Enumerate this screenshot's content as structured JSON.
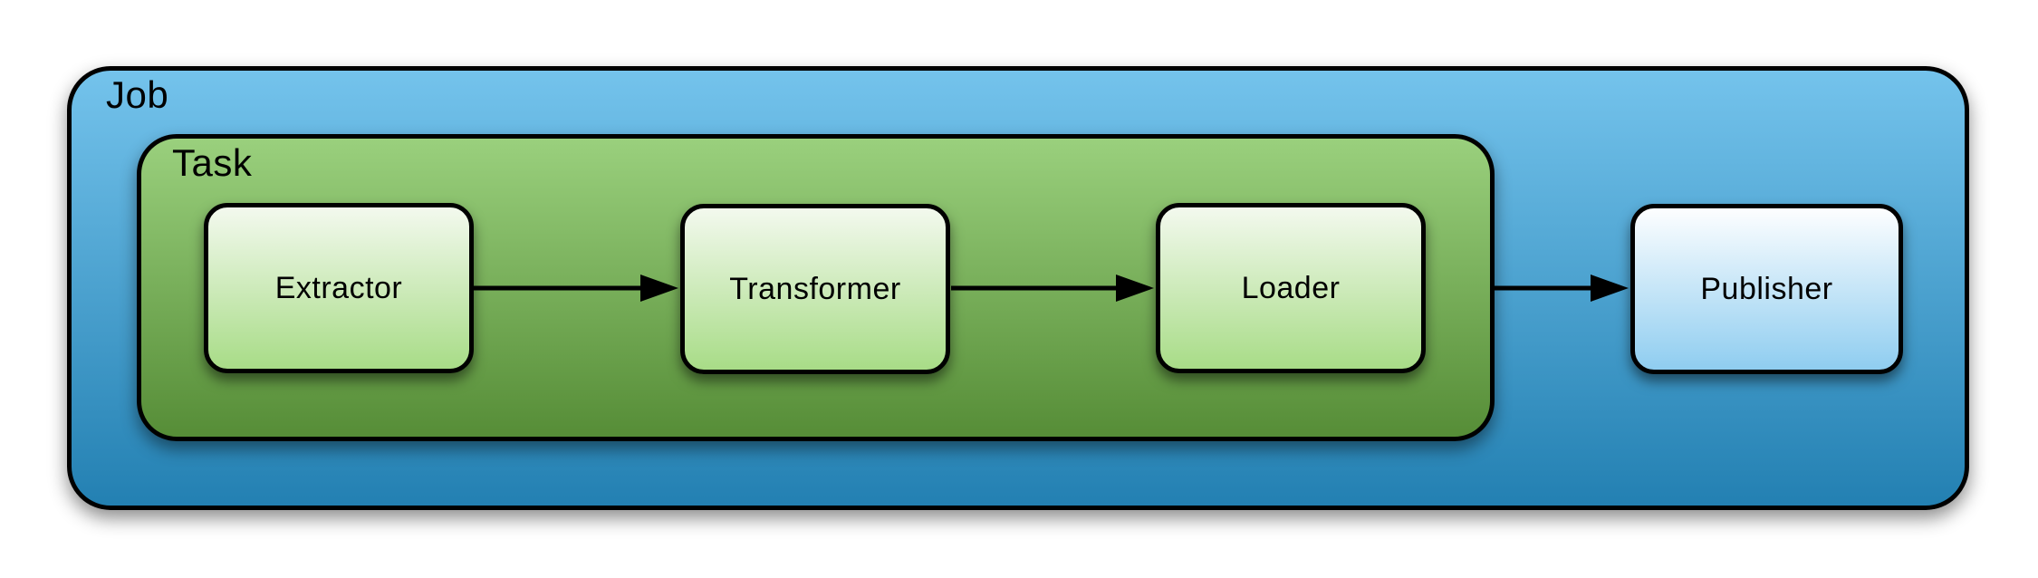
{
  "diagram": {
    "type": "flowchart",
    "background": "#ffffff",
    "job": {
      "label": "Job"
    },
    "task": {
      "label": "Task"
    },
    "nodes": {
      "extractor": {
        "label": "Extractor"
      },
      "transformer": {
        "label": "Transformer"
      },
      "loader": {
        "label": "Loader"
      },
      "publisher": {
        "label": "Publisher"
      }
    },
    "edges": [
      {
        "from": "Extractor",
        "to": "Transformer"
      },
      {
        "from": "Transformer",
        "to": "Loader"
      },
      {
        "from": "Task",
        "to": "Publisher"
      }
    ],
    "colors": {
      "job_gradient_top": "#74c3ec",
      "job_gradient_bottom": "#2380b2",
      "task_gradient_top": "#9ad07d",
      "task_gradient_bottom": "#568d37",
      "node_gradient_top": "#f3f9ee",
      "node_gradient_bottom": "#a8dc87",
      "publisher_gradient_top": "#fdfeff",
      "publisher_gradient_bottom": "#8fcdf0",
      "border": "#000000",
      "arrow": "#000000",
      "label_text": "#000000"
    }
  }
}
